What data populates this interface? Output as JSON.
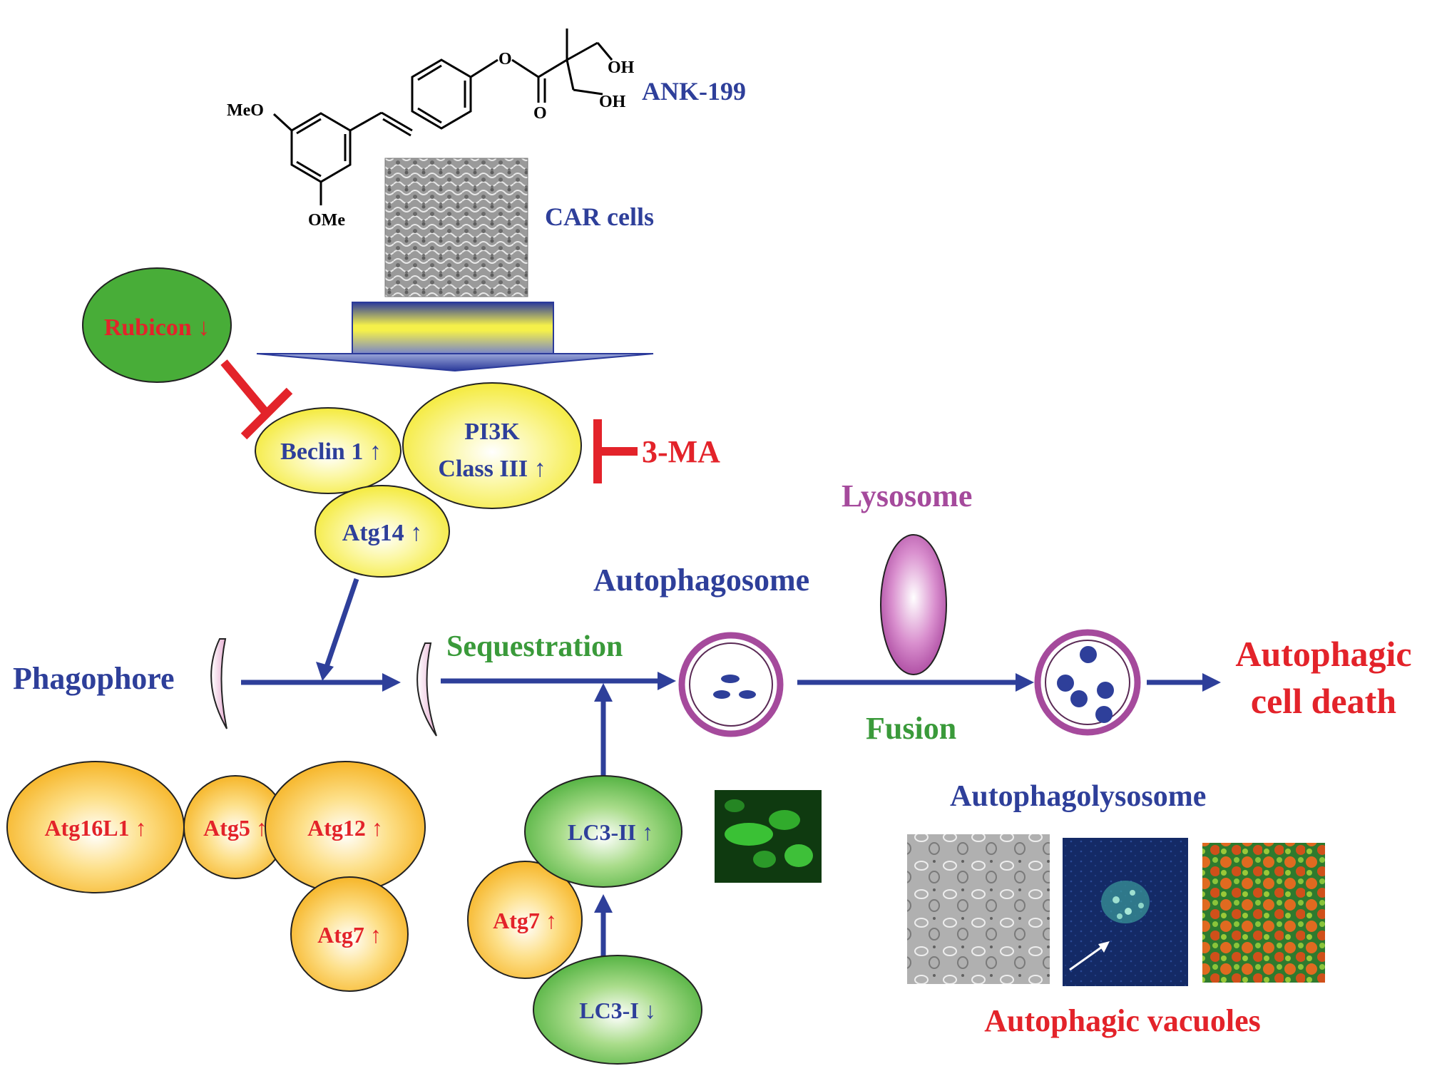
{
  "compound": {
    "name": "ANK-199",
    "labels": {
      "meo": "MeO",
      "ome": "OMe",
      "oh1": "OH",
      "oh2": "OH",
      "o_ester": "O",
      "o_carbonyl": "O"
    }
  },
  "cells_label": "CAR cells",
  "nodes": {
    "rubicon": "Rubicon ↓",
    "beclin": "Beclin 1 ↑",
    "pi3k_line1": "PI3K",
    "pi3k_line2": "Class III ↑",
    "atg14": "Atg14 ↑",
    "inhibitor": "3-MA",
    "atg16l1": "Atg16L1 ↑",
    "atg5": "Atg5 ↑",
    "atg12": "Atg12 ↑",
    "atg7_left": "Atg7 ↑",
    "atg7_right": "Atg7 ↑",
    "lc3ii": "LC3-II ↑",
    "lc3i": "LC3-I ↓"
  },
  "stages": {
    "phagophore": "Phagophore",
    "sequestration": "Sequestration",
    "autophagosome": "Autophagosome",
    "lysosome": "Lysosome",
    "fusion": "Fusion",
    "autophagolysosome": "Autophagolysosome",
    "death_line1": "Autophagic",
    "death_line2": "cell death",
    "vacuoles": "Autophagic vacuoles"
  },
  "colors": {
    "blue": "#2e3f9a",
    "red": "#e3232a",
    "green": "#3a9a3a",
    "purple": "#a54a9c",
    "nodeGreen": "#4ab23c",
    "nodeYellow": "#f5ec3a",
    "nodeOrange": "#f5b21c"
  }
}
